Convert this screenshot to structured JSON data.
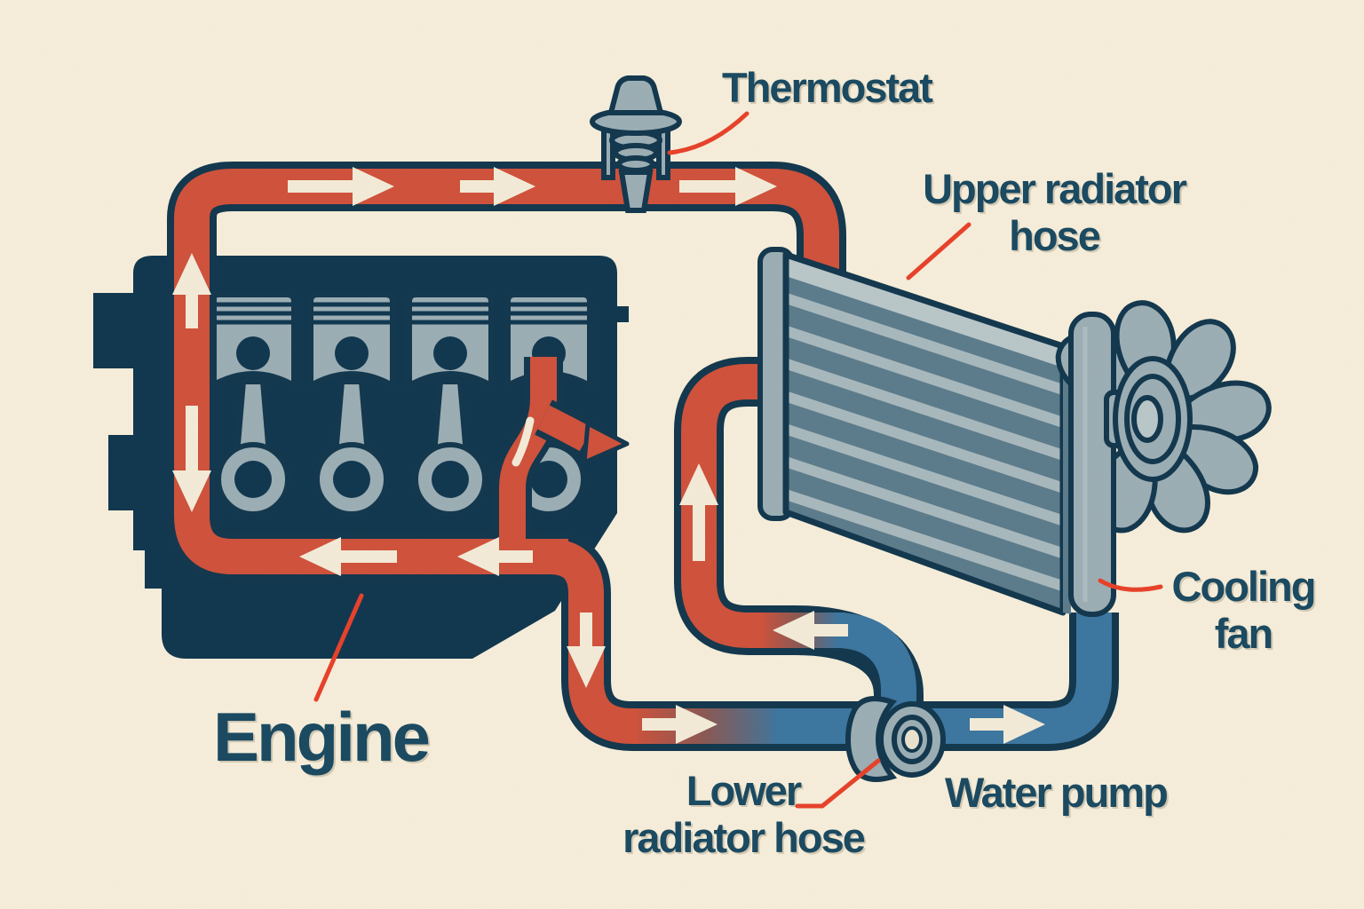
{
  "figure": {
    "type": "diagram",
    "subject": "Automotive engine cooling system schematic"
  },
  "labels": {
    "thermostat": "Thermostat",
    "upper_hose": {
      "line1": "Upper radiator",
      "line2": "hose"
    },
    "engine": "Engine",
    "cooling_fan": {
      "line1": "Cooling",
      "line2": "fan"
    },
    "lower_hose": {
      "line1": "Lower",
      "line2": "radiator hose"
    },
    "water_pump": "Water pump"
  },
  "colors": {
    "background": "#f6eeda",
    "outline": "#14384e",
    "engine": "#123850",
    "hot": "#d0523c",
    "cold": "#3d77a0",
    "blend": "#8a5a55",
    "metal": "#9cafb5",
    "metal_light": "#bac7c9",
    "stripe_dark": "#5d7c8c",
    "stripe_light": "#a8b9bd",
    "arrow": "#f3ebd7",
    "text": "#1b4a61",
    "leader": "#e8422b"
  }
}
